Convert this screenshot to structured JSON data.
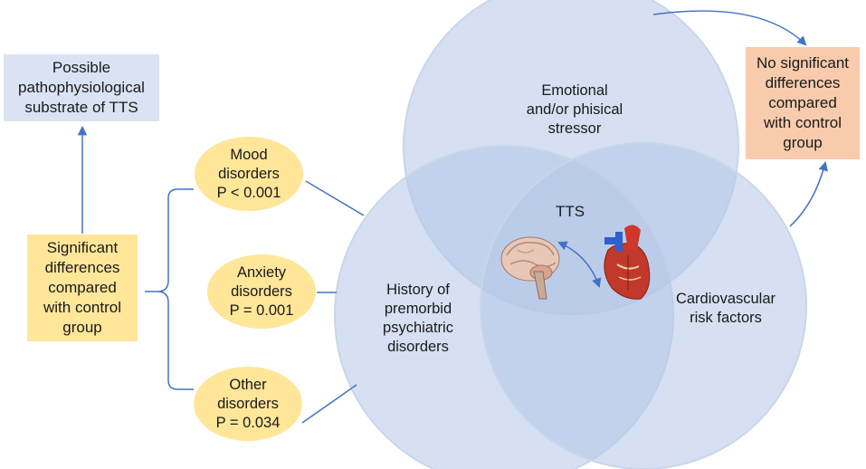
{
  "center_label": "TTS",
  "circles": {
    "stressor": "Emotional\nand/or phisical\nstressor",
    "psychiatric": "History of\npremorbid\npsychiatric\ndisorders",
    "cardiovascular": "Cardiovascular\nrisk factors"
  },
  "boxes": {
    "pathophysiology": "Possible\npathophysiological\nsubstrate of TTS",
    "significant": "Significant\ndifferences\ncompared\nwith control\ngroup",
    "no_significant": "No significant\ndifferences\ncompared\nwith control\ngroup"
  },
  "disorders": [
    {
      "label": "Mood\ndisorders\nP < 0.001"
    },
    {
      "label": "Anxiety\ndisorders\nP = 0.001"
    },
    {
      "label": "Other\ndisorders\nP = 0.034"
    }
  ],
  "icons": [
    "brain-icon",
    "heart-icon"
  ],
  "colors": {
    "circle_fill": "#b4c7e7",
    "circle_stroke": "#c9d6ea",
    "yellow": "#ffe699",
    "light_blue": "#dae3f3",
    "salmon": "#f8cbad",
    "connector": "#4472c4"
  }
}
